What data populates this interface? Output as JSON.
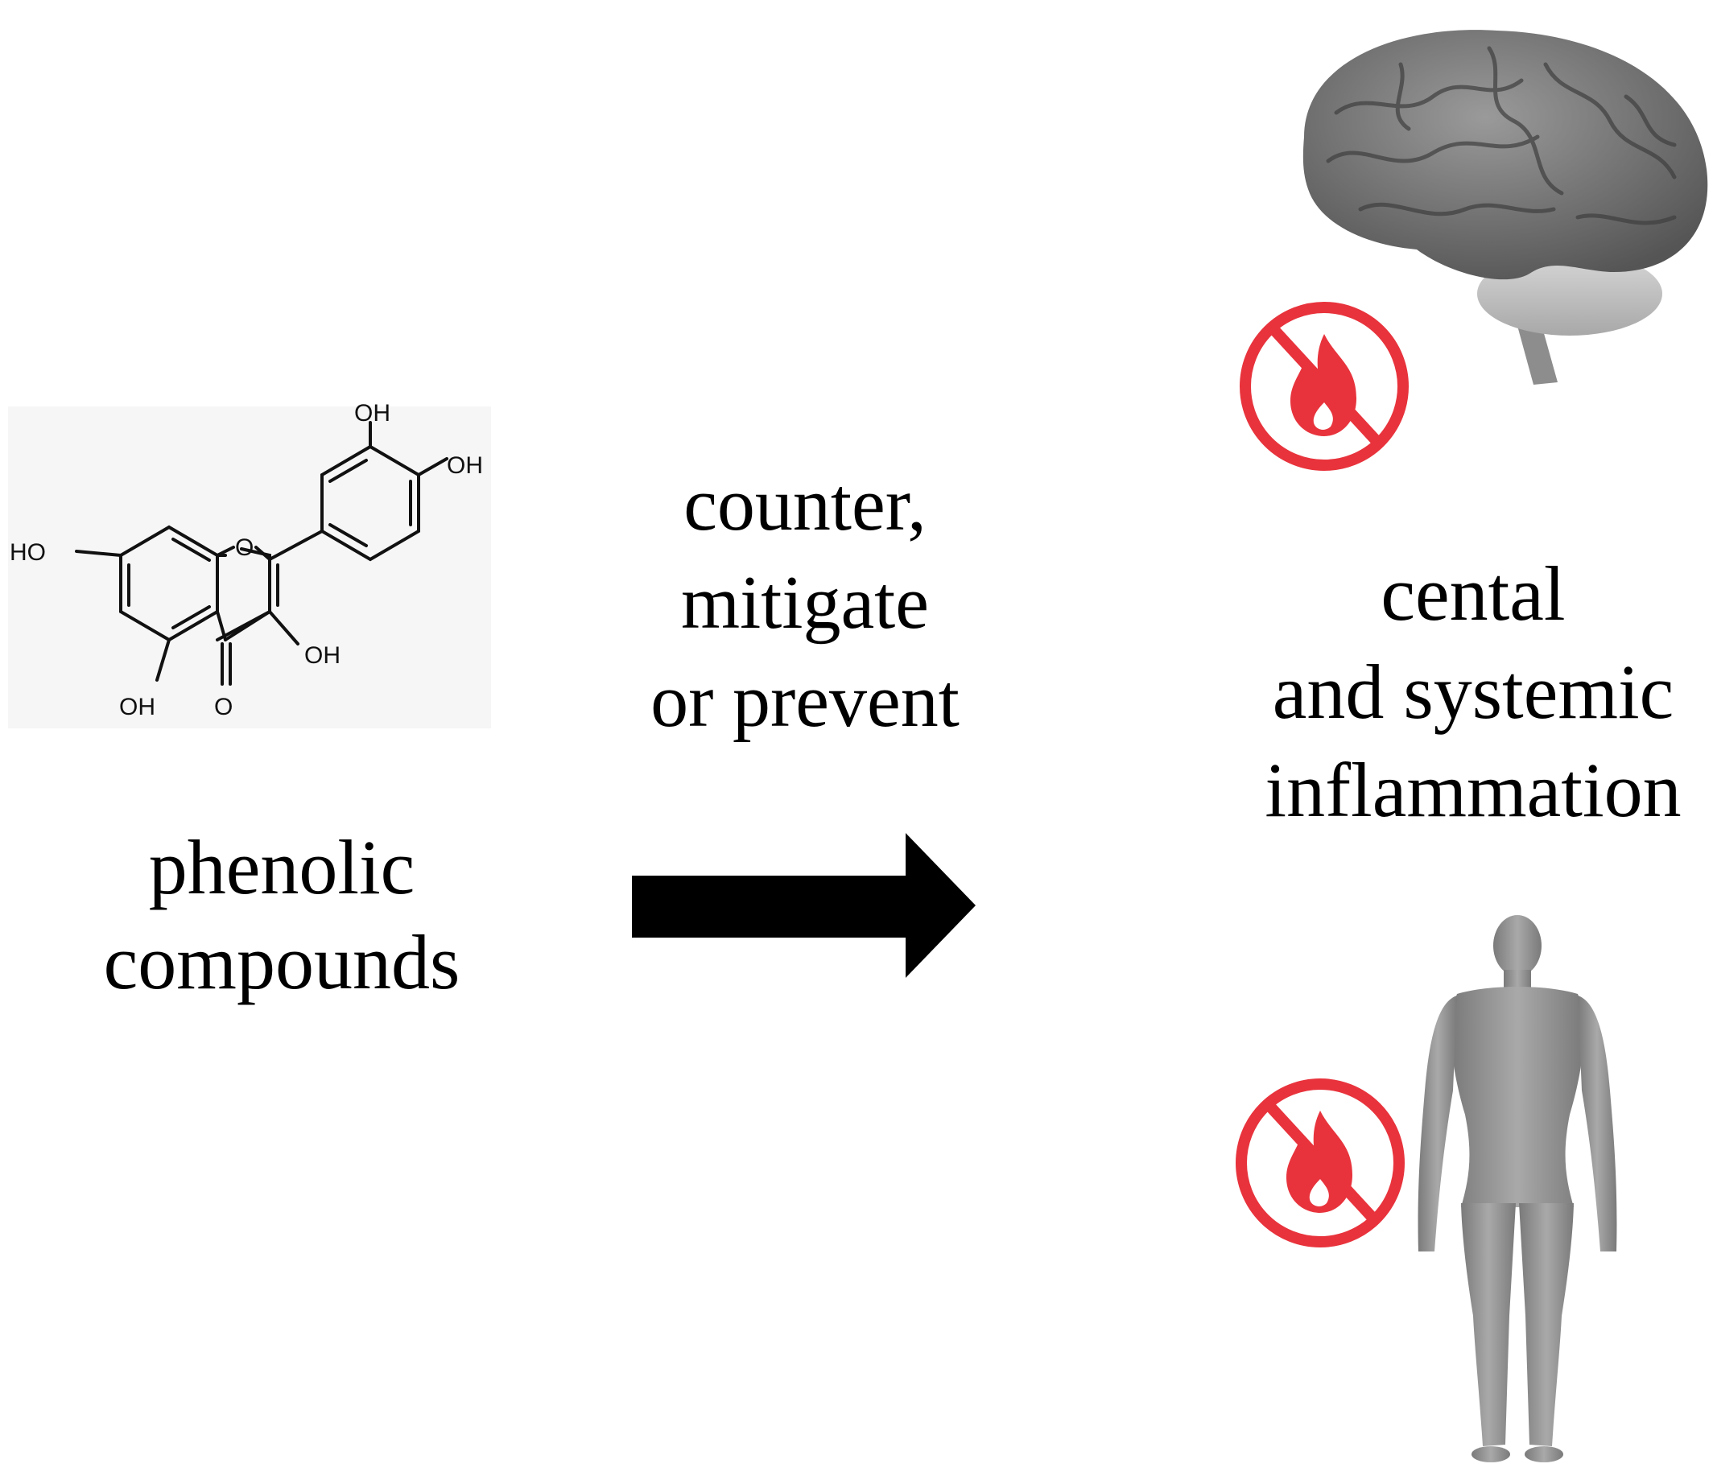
{
  "molecule": {
    "groups": [
      "OH",
      "OH",
      "HO",
      "O",
      "OH",
      "OH",
      "O"
    ]
  },
  "left_label": {
    "lines": [
      "phenolic",
      "compounds"
    ]
  },
  "middle_label": {
    "lines": [
      "counter,",
      "mitigate",
      "or prevent"
    ]
  },
  "right_label": {
    "lines": [
      "cental",
      "and systemic",
      "inflammation"
    ]
  },
  "colors": {
    "no_fire": "#e8333c",
    "organ_gray": "#8a8a8a",
    "arrow": "#000000"
  }
}
